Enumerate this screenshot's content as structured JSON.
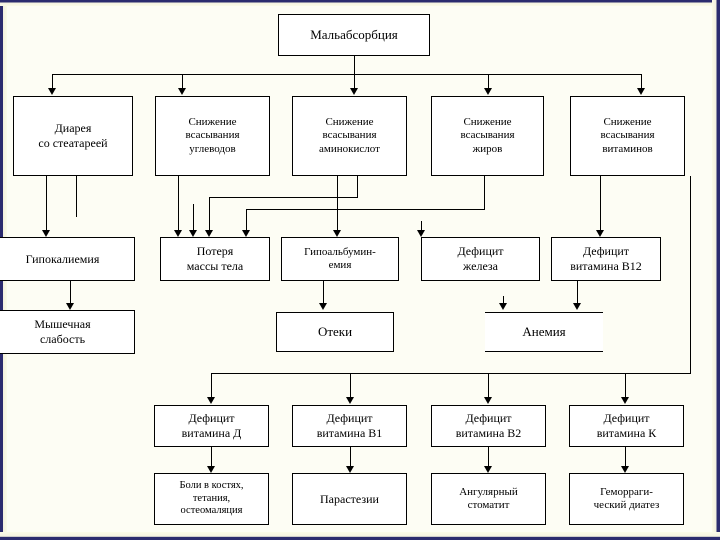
{
  "slide": {
    "title": "Мальабсорбция",
    "accent_color": "#2b2b6e",
    "background_color": "#fdfdf4",
    "node_fill": "#ffffff",
    "line_color": "#000000"
  },
  "nodes": {
    "root": {
      "label": "Мальабсорбция"
    },
    "level2": [
      {
        "id": "diarrhea",
        "label": "Диарея\nсо стеатареей"
      },
      {
        "id": "carbs",
        "label": "Снижение\nвсасывания\nуглеводов"
      },
      {
        "id": "aminoacids",
        "label": "Снижение\nвсасывания\nаминокислот"
      },
      {
        "id": "fats",
        "label": "Снижение\nвсасывания\nжиров"
      },
      {
        "id": "vitamins",
        "label": "Снижение\nвсасывания\nвитаминов"
      }
    ],
    "level3": [
      {
        "id": "hypokalemia",
        "label": "Гипокалиемия"
      },
      {
        "id": "weight-loss",
        "label": "Потеря\nмассы тела"
      },
      {
        "id": "hypoalbuminemia",
        "label": "Гипоальбумин-\nемия"
      },
      {
        "id": "iron-deficiency",
        "label": "Дефицит\nжелеза"
      },
      {
        "id": "b12-deficiency",
        "label": "Дефицит\nвитамина  В12"
      }
    ],
    "level4": [
      {
        "id": "muscle-weakness",
        "label": "Мышечная\nслабость"
      },
      {
        "id": "edema",
        "label": "Отеки"
      },
      {
        "id": "anemia",
        "label": "Анемия"
      }
    ],
    "level5": [
      {
        "id": "vit-d-deficiency",
        "label": "Дефицит\nвитамина Д"
      },
      {
        "id": "vit-b1-deficiency",
        "label": "Дефицит\nвитамина В1"
      },
      {
        "id": "vit-b2-deficiency",
        "label": "Дефицит\nвитамина В2"
      },
      {
        "id": "vit-k-deficiency",
        "label": "Дефицит\nвитамина К"
      }
    ],
    "level6": [
      {
        "id": "bone-pain",
        "label": "Боли в костях,\nтетания,\nостеомаляция"
      },
      {
        "id": "paresthesia",
        "label": "Парастезии"
      },
      {
        "id": "angular-stomatitis",
        "label": "Ангулярный\nстоматит"
      },
      {
        "id": "hemorrhagic-diathesis",
        "label": "Геморраги-\nческий диатез"
      }
    ]
  }
}
